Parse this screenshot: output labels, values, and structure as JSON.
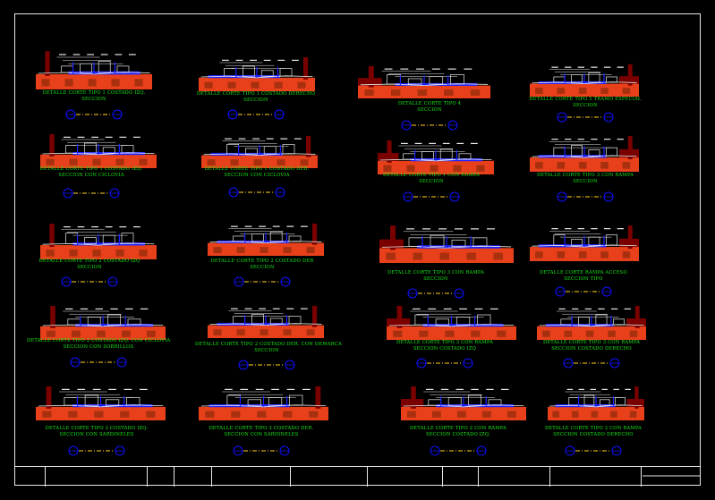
{
  "drawing": {
    "background": "#000000",
    "colors": {
      "label": "#18e818",
      "fill_orange": "#e8401a",
      "fill_maroon": "#7a0000",
      "water": "#1c22ff",
      "lines": "#e6e6e6",
      "axis_yellow": "#ffd21c",
      "symbol_blue": "#1010ff"
    },
    "details": [
      {
        "id": "d1",
        "line1": "DETALLE CORTE TIPO 1 COSTADO IZQ.",
        "line2": "SECCION",
        "variant": "a"
      },
      {
        "id": "d2",
        "line1": "DETALLE CORTE TIPO 1 COSTADO DERECHO",
        "line2": "SECCION",
        "variant": "b"
      },
      {
        "id": "d3",
        "line1": "DETALLE CORTE TIPO 4",
        "line2": "SECCION",
        "variant": "c"
      },
      {
        "id": "d4",
        "line1": "DETALLE CORTE TIPO 5 TRAMO ESPECIAL",
        "line2": "SECCION",
        "variant": "d"
      },
      {
        "id": "d5",
        "line1": "DETALLE CORTE TIPO 1 COSTADO IZQ.",
        "line2": "SECCION CON CICLOVIA",
        "variant": "a"
      },
      {
        "id": "d6",
        "line1": "DETALLE CORTE TIPO 1 COSTADO DER.",
        "line2": "SECCION CON CICLOVIA",
        "variant": "b"
      },
      {
        "id": "d7",
        "line1": "DETALLE CORTE TIPO 1 CON RAMPA",
        "line2": "SECCION",
        "variant": "c"
      },
      {
        "id": "d8",
        "line1": "DETALLE CORTE TIPO 3 CON RAMPA",
        "line2": "SECCION",
        "variant": "d"
      },
      {
        "id": "d9",
        "line1": "DETALLE CORTE TIPO 2 COSTADO IZQ",
        "line2": "SECCION",
        "variant": "a"
      },
      {
        "id": "d10",
        "line1": "DETALLE CORTE TIPO 2 COSTADO DER",
        "line2": "SECCION",
        "variant": "b"
      },
      {
        "id": "d11",
        "line1": "DETALLE CORTE TIPO 3 CON RAMPA",
        "line2": "SECCION",
        "variant": "c"
      },
      {
        "id": "d12",
        "line1": "DETALLE CORTE RAMPA ACCESO",
        "line2": "SECCION TIPO",
        "variant": "d"
      },
      {
        "id": "d13",
        "line1": "DETALLE CORTE TIPO 2 COSTADO IZQ. CON CICLOVIA",
        "line2": "SECCION CON SOBRILLOS",
        "variant": "a"
      },
      {
        "id": "d14",
        "line1": "DETALLE CORTE TIPO 2 COSTADO DER. CON DEMARCA",
        "line2": "SECCION",
        "variant": "b"
      },
      {
        "id": "d15",
        "line1": "DETALLE CORTE TIPO 3 CON RAMPA",
        "line2": "SECCION COSTADO IZQ",
        "variant": "c"
      },
      {
        "id": "d16",
        "line1": "DETALLE CORTE TIPO 3 CON RAMPA",
        "line2": "SECCION COSTADO DERECHO",
        "variant": "d"
      },
      {
        "id": "d17",
        "line1": "DETALLE CORTE TIPO 3 COSTADO IZQ.",
        "line2": "SECCION CON SARDINELES",
        "variant": "a"
      },
      {
        "id": "d18",
        "line1": "DETALLE CORTE TIPO 3 COSTADO DER.",
        "line2": "SECCION CON SARDINELES",
        "variant": "b"
      },
      {
        "id": "d19",
        "line1": "DETALLE CORTE TIPO 2 CON RAMPA",
        "line2": "SECCION COSTADO IZQ.",
        "variant": "c"
      },
      {
        "id": "d20",
        "line1": "DETALLE CORTE TIPO 2 CON RAMPA",
        "line2": "SECCION COSTADO DERECHO",
        "variant": "d"
      }
    ]
  }
}
